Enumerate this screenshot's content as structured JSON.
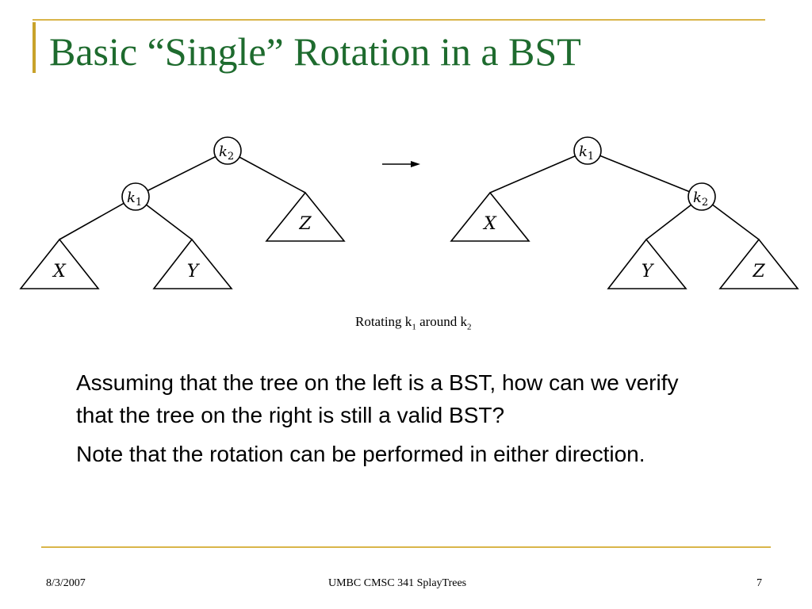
{
  "slide": {
    "title": "Basic “Single” Rotation in a BST",
    "caption": {
      "prefix": "Rotating k",
      "sub1": "1",
      "middle": " around k",
      "sub2": "2"
    },
    "paragraphs": [
      "Assuming that the tree on the left is a BST, how can we verify that the tree on the right is still a valid BST?",
      "Note that the rotation can be performed in either direction."
    ],
    "footer": {
      "date": "8/3/2007",
      "course": "UMBC CMSC 341 SplayTrees",
      "page": "7"
    }
  },
  "diagram": {
    "left_tree": {
      "root": {
        "letter": "k",
        "sub": "2"
      },
      "child": {
        "letter": "k",
        "sub": "1"
      },
      "subtrees": [
        "X",
        "Y",
        "Z"
      ]
    },
    "right_tree": {
      "root": {
        "letter": "k",
        "sub": "1"
      },
      "child": {
        "letter": "k",
        "sub": "2"
      },
      "subtrees": [
        "X",
        "Y",
        "Z"
      ]
    }
  },
  "colors": {
    "title": "#1e6b2e",
    "accent_line": "#d9b54a"
  }
}
